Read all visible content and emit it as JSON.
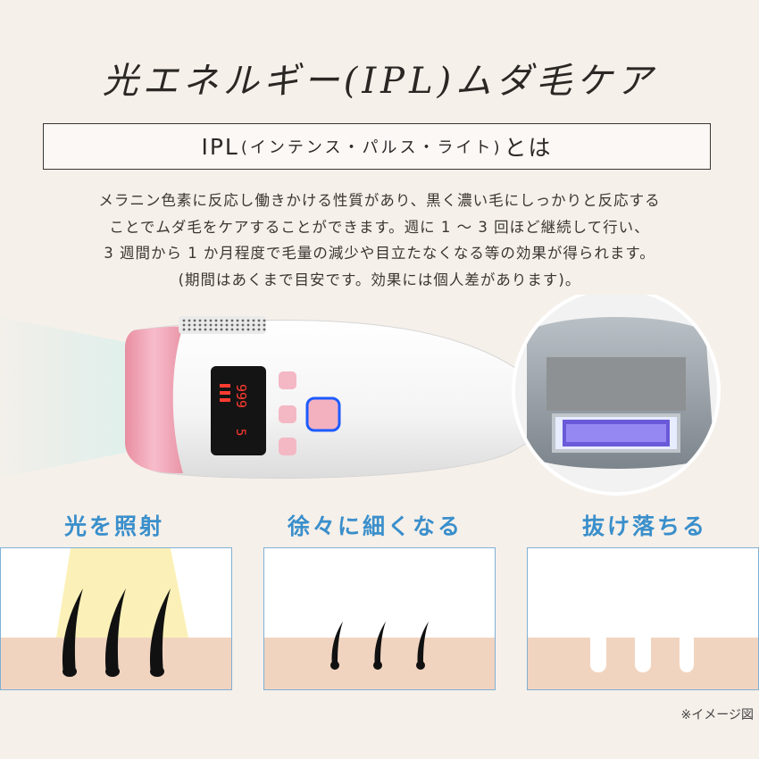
{
  "title": "光エネルギー(IPL)ムダ毛ケア",
  "subtitle": {
    "main": "IPL",
    "paren": "(インテンス・パルス・ライト)",
    "tail": "とは"
  },
  "description": [
    "メラニン色素に反応し働きかける性質があり、黒く濃い毛にしっかりと反応する",
    "ことでムダ毛をケアすることができます。週に 1 〜 3 回ほど継続して行い、",
    "3 週間から 1 か月程度で毛量の減少や目立たなくなる等の効果が得られます。",
    "(期間はあくまで目安です。効果には個人差があります)。"
  ],
  "device": {
    "display_main": "999",
    "display_sub": "5"
  },
  "stages": [
    {
      "label": "光を照射"
    },
    {
      "label": "徐々に細くなる"
    },
    {
      "label": "抜け落ちる"
    }
  ],
  "note": "※イメージ図",
  "colors": {
    "background": "#f6f0ea",
    "accent_blue": "#3a8fcb",
    "skin": "#f1d4c0",
    "device_pink": "#f2a7b5",
    "light_beam": "#fbf1b8"
  }
}
